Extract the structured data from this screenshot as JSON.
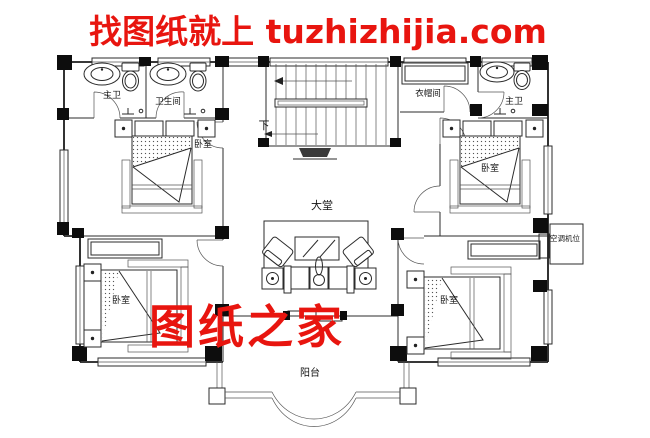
{
  "banner": {
    "text": "找图纸就上 tuzhizhijia.com",
    "color": "#e8150f"
  },
  "watermark": {
    "text": "图纸之家",
    "color": "#e8150f"
  },
  "floor_plan": {
    "line_color": "#2b2b2b",
    "labels": {
      "master_bath_left": "主卫",
      "bathroom": "卫生间",
      "cloakroom": "衣帽间",
      "master_bath_right": "主卫",
      "bedroom_upper_left": "卧室",
      "bedroom_upper_right": "卧室",
      "bedroom_lower_left": "卧室",
      "bedroom_lower_right": "卧室",
      "hall": "大堂",
      "balcony": "阳台",
      "ac_unit": "空调机位",
      "stairs_down": "下"
    }
  }
}
